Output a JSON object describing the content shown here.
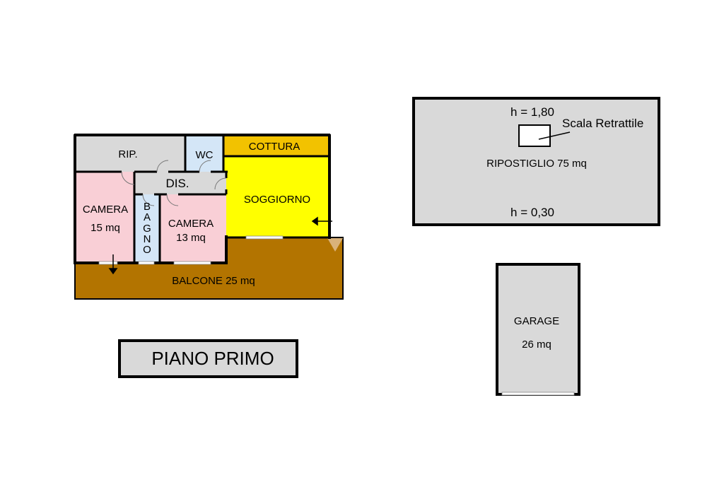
{
  "floor_title": "PIANO PRIMO",
  "rooms": {
    "rip": "RIP.",
    "wc": "WC",
    "cottura": "COTTURA",
    "dis": "DIS.",
    "soggiorno": "SOGGIORNO",
    "camera1_name": "CAMERA",
    "camera1_area": "15 mq",
    "bagno": [
      "B",
      "A",
      "G",
      "N",
      "O"
    ],
    "camera2_name": "CAMERA",
    "camera2_area": "13 mq",
    "balcone": "BALCONE 25 mq"
  },
  "ripostiglio": {
    "h_top": "h = 1,80",
    "scala": "Scala Retrattile",
    "label": "RIPOSTIGLIO 75 mq",
    "h_bottom": "h = 0,30"
  },
  "garage": {
    "name": "GARAGE",
    "area": "26 mq"
  },
  "colors": {
    "gray": "#d9d9d9",
    "pink": "#f9cfd6",
    "light_blue": "#d4e6f7",
    "yellow": "#ffff00",
    "orange": "#f2c200",
    "brown": "#b37400",
    "wall": "#000000"
  }
}
